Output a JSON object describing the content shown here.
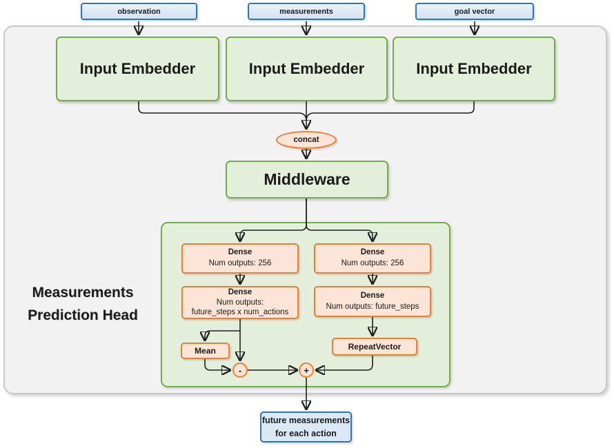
{
  "colors": {
    "green_border": "#70ad47",
    "green_fill": "#e4efdb",
    "orange_border": "#ed7d31",
    "orange_fill": "#fce4d6",
    "blue_border": "#2e75b6",
    "blue_fill": "#dbe9f7",
    "frame_fill": "#f2f2f2",
    "frame_border": "#c9c9c9"
  },
  "inputs": [
    {
      "label": "observation"
    },
    {
      "label": "measurements"
    },
    {
      "label": "goal vector"
    }
  ],
  "embedders": [
    "Input Embedder",
    "Input Embedder",
    "Input Embedder"
  ],
  "concat": {
    "label": "concat"
  },
  "middleware": {
    "label": "Middleware"
  },
  "head": {
    "title_line1": "Measurements",
    "title_line2": "Prediction Head",
    "left": {
      "dense1": {
        "title": "Dense",
        "line2": "Num outputs: 256"
      },
      "dense2": {
        "title": "Dense",
        "line2": "Num outputs:",
        "line3": "future_steps x num_actions"
      },
      "mean_label": "Mean",
      "minus": "-"
    },
    "right": {
      "dense1": {
        "title": "Dense",
        "line2": "Num outputs: 256"
      },
      "dense2": {
        "title": "Dense",
        "line2": "Num outputs: future_steps"
      },
      "repeat_label": "RepeatVector",
      "plus": "+"
    }
  },
  "output": {
    "line1": "future measurements",
    "line2": "for each action"
  }
}
